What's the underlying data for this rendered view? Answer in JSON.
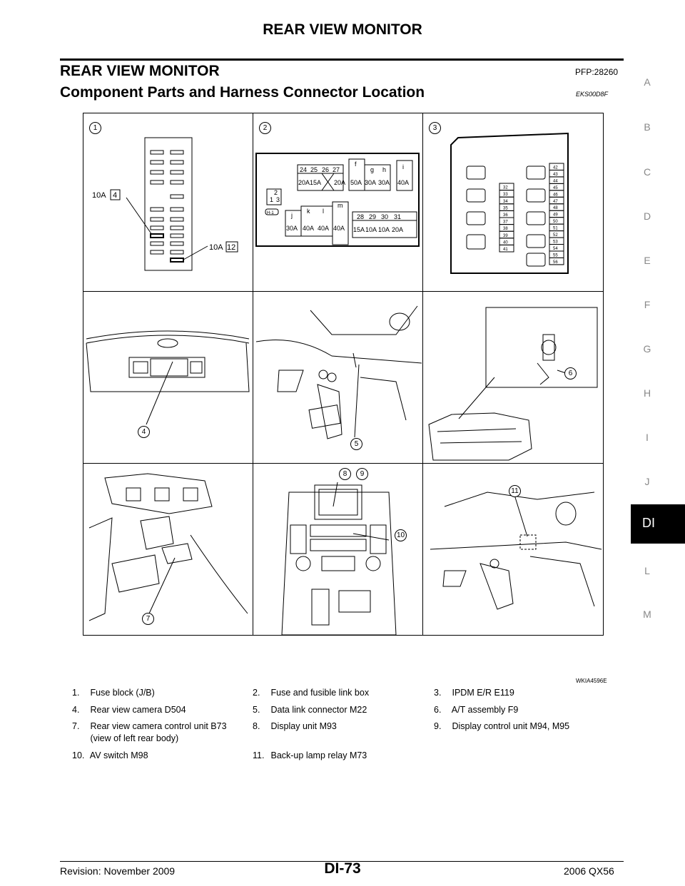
{
  "header": {
    "title": "REAR VIEW MONITOR"
  },
  "section": {
    "title": "REAR VIEW MONITOR",
    "code": "PFP:28260"
  },
  "subsection": {
    "title": "Component Parts and Harness Connector Location",
    "code": "EKS00D8F"
  },
  "tabs": [
    "A",
    "B",
    "C",
    "D",
    "E",
    "F",
    "G",
    "H",
    "I",
    "J",
    "DI",
    "L",
    "M"
  ],
  "figure": {
    "panel_numbers": [
      "1",
      "2",
      "3"
    ],
    "callouts": [
      "4",
      "5",
      "6",
      "7",
      "8",
      "9",
      "10",
      "11"
    ],
    "fuse_labels": {
      "left_a": "10A",
      "left_a_num": "4",
      "left_b": "10A",
      "left_b_num": "12"
    },
    "fusebox_top_nums": [
      "24",
      "25",
      "26",
      "27"
    ],
    "fusebox_top_amps": [
      "20A",
      "15A",
      "20A"
    ],
    "fusebox_letters": [
      "f",
      "g",
      "h",
      "i"
    ],
    "fusebox_letter_amps": [
      "50A",
      "30A",
      "30A",
      "40A"
    ],
    "fusebox_mid_letters": [
      "j",
      "k",
      "l",
      "m"
    ],
    "fusebox_mid_amps": [
      "30A",
      "40A",
      "40A",
      "40A"
    ],
    "fusebox_bot_nums": [
      "28",
      "29",
      "30",
      "31"
    ],
    "fusebox_bot_amps": [
      "15A",
      "10A",
      "10A",
      "20A"
    ],
    "fusebox_small": [
      "2",
      "1",
      "3",
      "H-1"
    ],
    "ipdm_left": [
      "32",
      "33",
      "34",
      "35",
      "36",
      "37",
      "38",
      "39",
      "40",
      "41"
    ],
    "ipdm_right": [
      "42",
      "43",
      "44",
      "45",
      "46",
      "47",
      "48",
      "49",
      "50",
      "51",
      "52",
      "53",
      "54",
      "55",
      "56"
    ],
    "code": "WKIA4596E"
  },
  "legend": [
    {
      "n": "1.",
      "text": "Fuse block (J/B)"
    },
    {
      "n": "2.",
      "text": "Fuse and fusible link box"
    },
    {
      "n": "3.",
      "text": "IPDM E/R E119"
    },
    {
      "n": "4.",
      "text": "Rear view camera D504"
    },
    {
      "n": "5.",
      "text": "Data link connector M22"
    },
    {
      "n": "6.",
      "text": "A/T assembly F9"
    },
    {
      "n": "7.",
      "text": "Rear view camera control unit B73"
    },
    {
      "n": "",
      "text": "(view of left rear body)"
    },
    {
      "n": "8.",
      "text": "Display unit M93"
    },
    {
      "n": "9.",
      "text": "Display control unit M94, M95"
    },
    {
      "n": "10.",
      "text": "AV switch M98"
    },
    {
      "n": "11.",
      "text": "Back-up lamp relay M73"
    }
  ],
  "footer": {
    "left": "Revision: November 2009",
    "center": "DI-73",
    "right": "2006 QX56"
  }
}
